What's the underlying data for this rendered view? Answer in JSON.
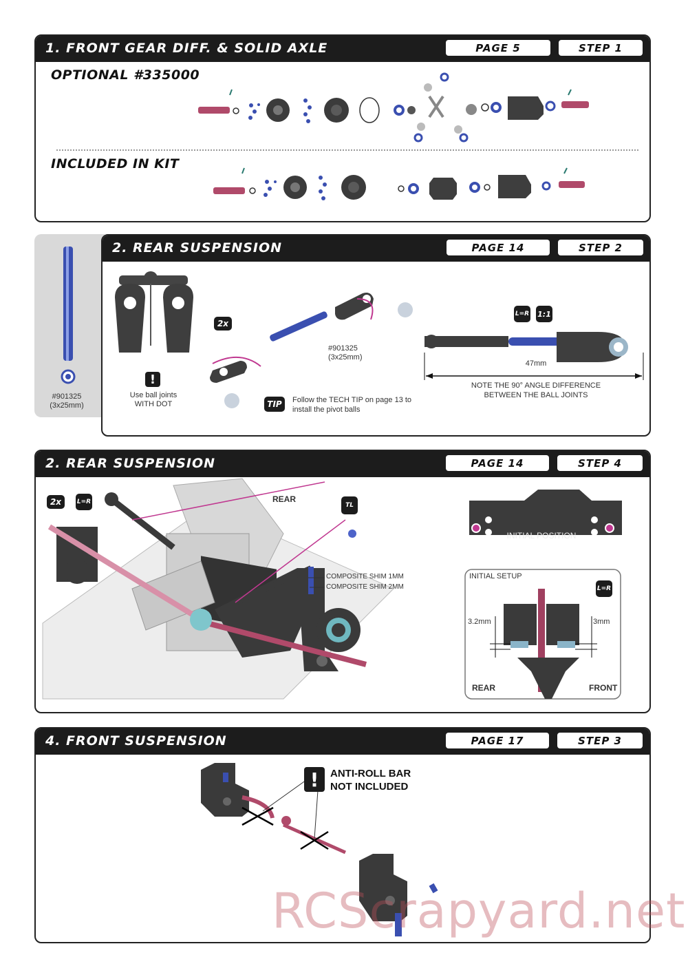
{
  "sections": [
    {
      "title": "1. FRONT GEAR DIFF. & SOLID AXLE",
      "page": "PAGE 5",
      "step": "STEP 1"
    },
    {
      "title": "2. REAR SUSPENSION",
      "page": "PAGE 14",
      "step": "STEP 2"
    },
    {
      "title": "2. REAR SUSPENSION",
      "page": "PAGE 14",
      "step": "STEP 4"
    },
    {
      "title": "4. FRONT SUSPENSION",
      "page": "PAGE 17",
      "step": "STEP 3"
    }
  ],
  "s1": {
    "optional_label": "OPTIONAL  #335000",
    "included_label": "INCLUDED IN KIT"
  },
  "s2": {
    "side_part_no": "#901325",
    "side_part_size": "(3x25mm)",
    "qty": "2x",
    "ball_joint_note_1": "Use ball joints",
    "ball_joint_note_2": "WITH DOT",
    "part_no": "#901325",
    "part_size": "(3x25mm)",
    "tip_label": "TIP",
    "tech_tip_1": "Follow the TECH TIP on page 13 to",
    "tech_tip_2": "install the pivot balls",
    "lr_label": "L=R",
    "ratio": "1:1",
    "length": "47mm",
    "angle_note_1": "NOTE THE 90° ANGLE DIFFERENCE",
    "angle_note_2": "BETWEEN THE BALL JOINTS"
  },
  "s3": {
    "qty": "2x",
    "lr_label": "L=R",
    "rear_label": "REAR",
    "tl_label": "TL",
    "shim1": "COMPOSITE SHIM 1MM",
    "shim2": "COMPOSITE SHIM 2MM",
    "initial_position": "INITIAL POSITION",
    "initial_setup": "INITIAL SETUP",
    "left_height": "3.2mm",
    "right_height": "3mm",
    "setup_rear": "REAR",
    "setup_front": "FRONT"
  },
  "s4": {
    "warning_1": "ANTI-ROLL BAR",
    "warning_2": "NOT INCLUDED"
  },
  "watermark": "RCScrapyard.net",
  "colors": {
    "header": "#1c1c1c",
    "accent_blue": "#3a4fb0",
    "accent_pink": "#c0507a",
    "part_gray": "#3e3e3e"
  }
}
